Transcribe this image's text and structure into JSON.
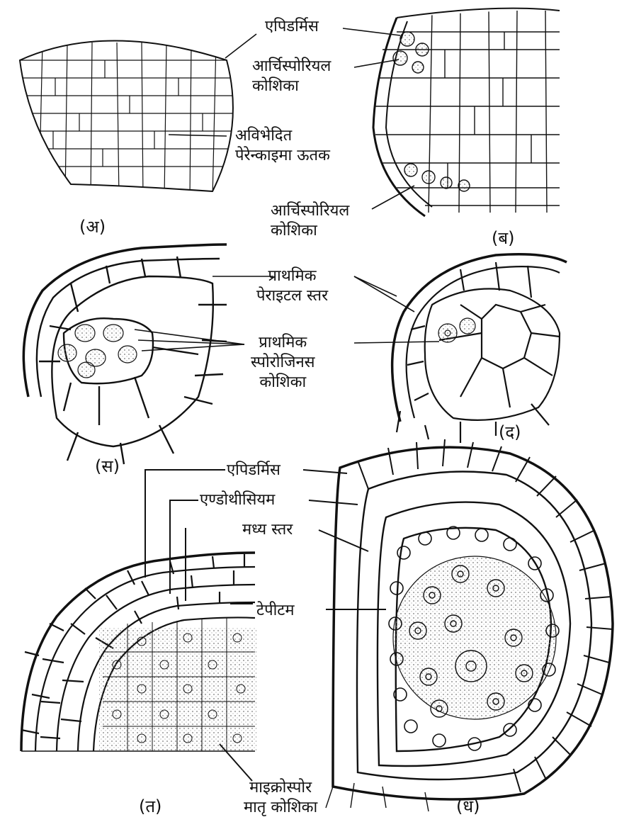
{
  "panels": {
    "a": "(अ)",
    "b": "(ब)",
    "c": "(स)",
    "d": "(द)",
    "e": "(त)",
    "f": "(ध)"
  },
  "labels": {
    "epidermis_top": "एपिडर्मिस",
    "archesporial_top_1": "आर्चिस्पोरियल",
    "archesporial_top_2": "कोशिका",
    "undiff_1": "अविभेदित",
    "undiff_2": "पेरेन्काइमा ऊतक",
    "archesporial_bot_1": "आर्चिस्पोरियल",
    "archesporial_bot_2": "कोशिका",
    "parietal_1": "प्राथमिक",
    "parietal_2": "पेराइटल स्तर",
    "sporogenous_1": "प्राथमिक",
    "sporogenous_2": "स्पोरोजिनस",
    "sporogenous_3": "कोशिका",
    "epidermis_bottom": "एपिडर्मिस",
    "endothecium": "एण्डोथीसियम",
    "middle_layer": "मध्य स्तर",
    "tapetum": "टेपीटम",
    "mmc_1": "माइक्रोस्पोर",
    "mmc_2": "मातृ कोशिका"
  },
  "colors": {
    "ink": "#111111",
    "stipple": "#8a8a8a",
    "background": "#ffffff"
  }
}
